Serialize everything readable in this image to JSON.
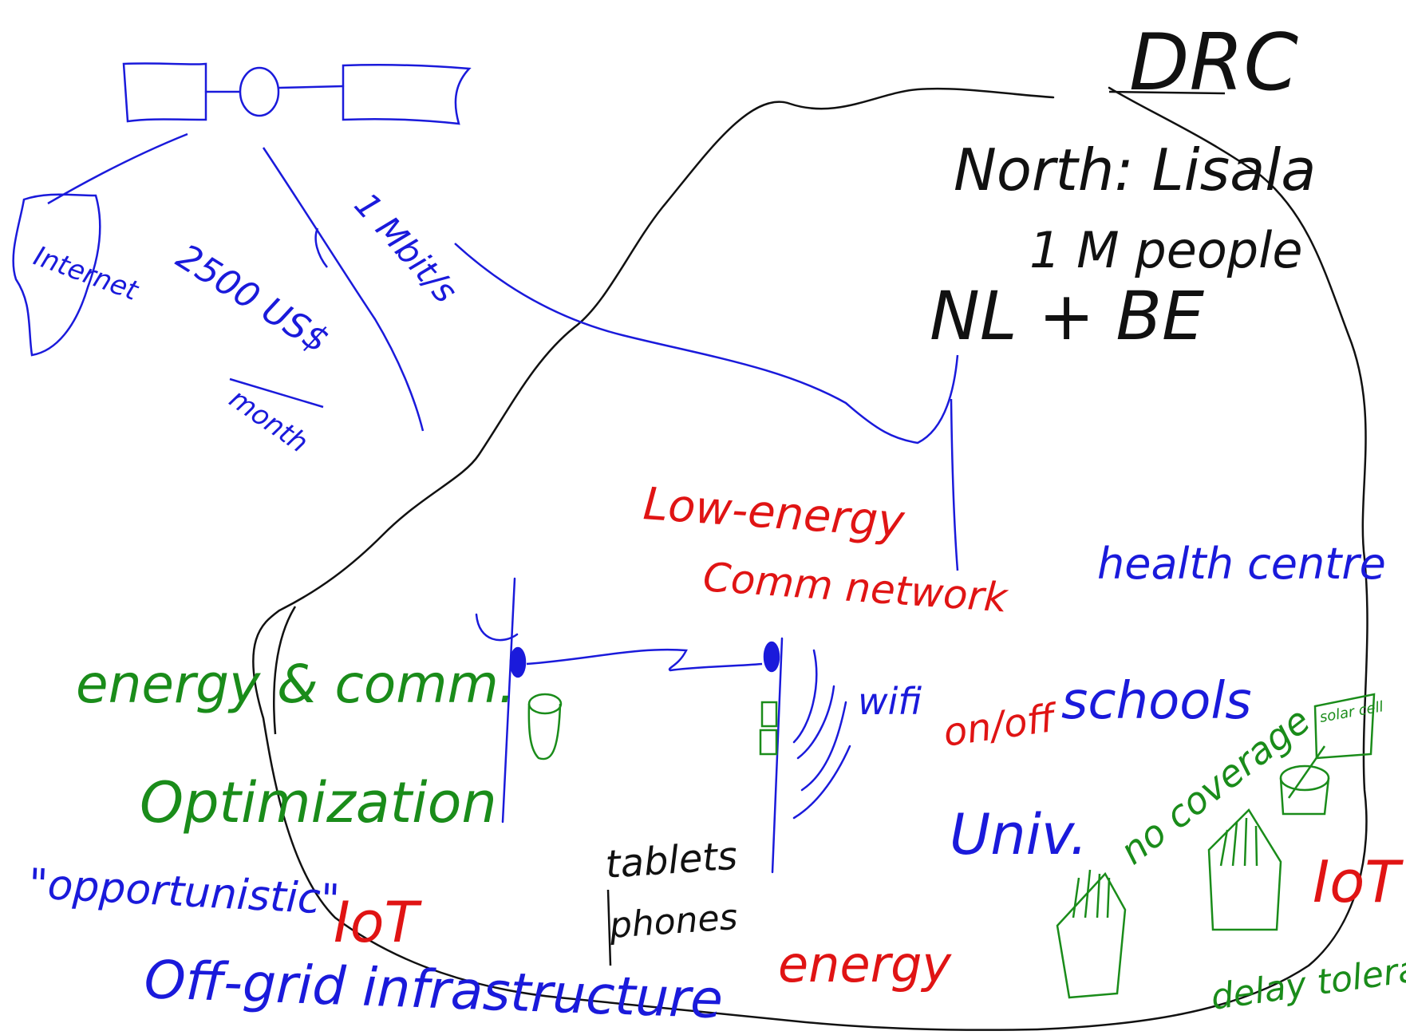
{
  "colors": {
    "black": "#111111",
    "blue": "#1a1adb",
    "red": "#e01414",
    "green": "#1a8c1a"
  },
  "icons": [
    "satellite-icon",
    "africa-map-icon",
    "antenna-tower-icon",
    "battery-icon",
    "wifi-waves-icon",
    "house-icon",
    "solar-panel-icon"
  ],
  "labels": {
    "drc": "DRC",
    "north": "North: Lisala",
    "people": "1 M people",
    "nlbe": "NL + BE",
    "low_energy": "Low-energy",
    "comm_network": "Comm network",
    "health": "health centre",
    "schools": "schools",
    "univ": "Univ.",
    "wifi": "wifi",
    "onoff": "on/off",
    "tablets": "tablets",
    "phones": "phones",
    "energy_red": "energy",
    "energy_comm": "energy & comm.",
    "optimization": "Optimization",
    "opportunistic": "\"opportunistic\"",
    "iot_left": "IoT",
    "offgrid": "Off-grid infrastructure",
    "no_coverage": "no coverage",
    "solar_cell": "solar cell",
    "iot_right": "IoT",
    "delay": "delay tolerance",
    "mbits": "1 Mbit/s",
    "cost": "2500 US$",
    "month": "month",
    "internet": "Internet"
  }
}
